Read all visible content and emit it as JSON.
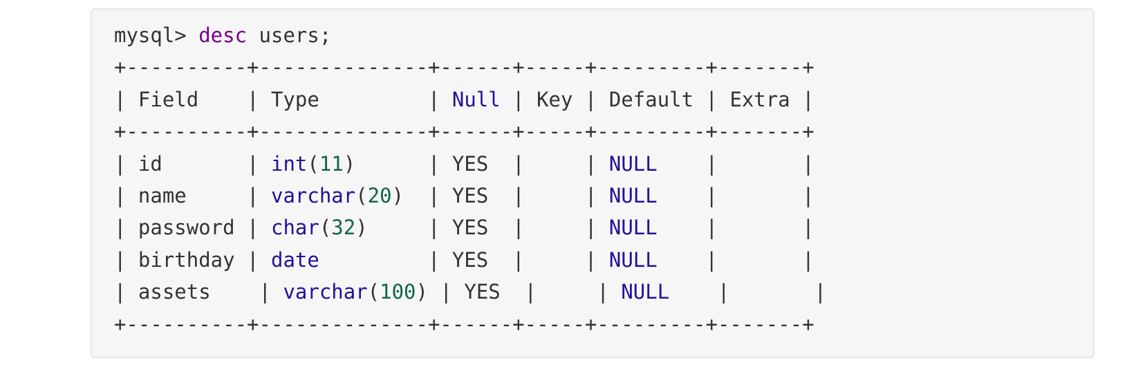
{
  "console": {
    "prompt": "mysql> ",
    "command_keyword": "desc",
    "command_rest": " users;",
    "border_line": "+----------+--------------+------+-----+---------+-------+"
  },
  "table": {
    "header": {
      "p1": "| Field    | Type         | ",
      "null_kw": "Null",
      "p2": " | Key | Default | Extra |"
    },
    "rows": [
      {
        "pre": "| id       | ",
        "type_name": "int",
        "paren_open": "(",
        "type_size": "11",
        "paren_close": ")",
        "mid": "      | YES  |     | ",
        "default": "NULL",
        "post": "    |       |"
      },
      {
        "pre": "| name     | ",
        "type_name": "varchar",
        "paren_open": "(",
        "type_size": "20",
        "paren_close": ")",
        "mid": "  | YES  |     | ",
        "default": "NULL",
        "post": "    |       |"
      },
      {
        "pre": "| password | ",
        "type_name": "char",
        "paren_open": "(",
        "type_size": "32",
        "paren_close": ")",
        "mid": "     | YES  |     | ",
        "default": "NULL",
        "post": "    |       |"
      },
      {
        "pre": "| birthday | ",
        "type_name": "date",
        "paren_open": "",
        "type_size": "",
        "paren_close": "",
        "mid": "         | YES  |     | ",
        "default": "NULL",
        "post": "    |       |"
      },
      {
        "pre": "| assets    | ",
        "type_name": "varchar",
        "paren_open": "(",
        "type_size": "100",
        "paren_close": ")",
        "mid": " | YES  |     | ",
        "default": "NULL",
        "post": "    |       |"
      }
    ]
  },
  "colors": {
    "background": "#f6f6f6",
    "border": "#e6e6e6",
    "text": "#333333",
    "keyword": "#770088",
    "identifier": "#221199",
    "number": "#116644"
  }
}
